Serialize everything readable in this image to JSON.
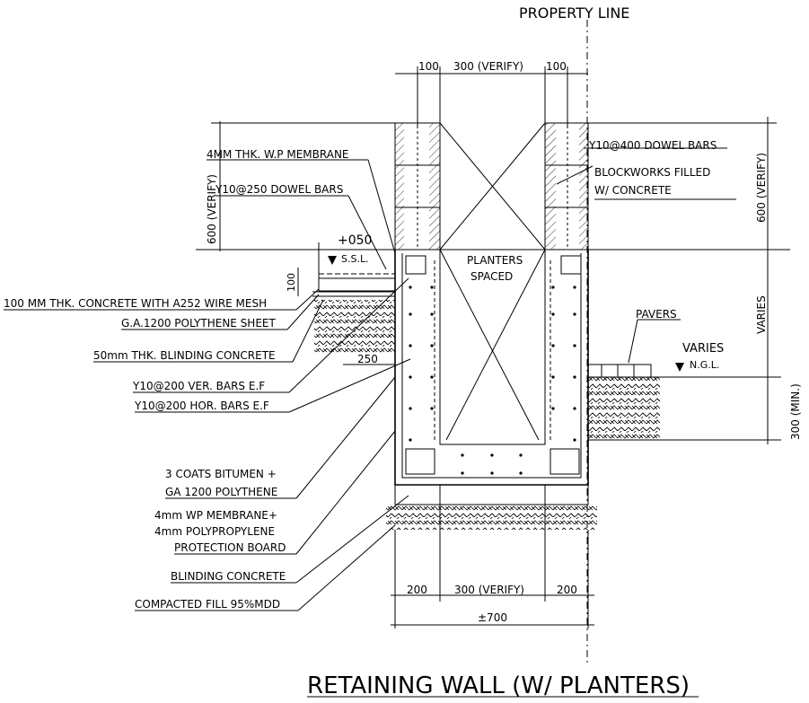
{
  "title": "RETAINING WALL (W/ PLANTERS)",
  "property_line": "PROPERTY LINE",
  "dims_top": [
    "100",
    "300 (VERIFY)",
    "100"
  ],
  "dims_bottom": [
    "200",
    "300 (VERIFY)",
    "200"
  ],
  "dim_total": "±700",
  "dim_left_600": "600 (VERIFY)",
  "dim_right_600": "600 (VERIFY)",
  "dim_right_varies": "VARIES",
  "dim_right_300": "300 (MIN.)",
  "dim_100": "100",
  "dim_250": "250",
  "level_050": "+050",
  "ssl": "S.S.L.",
  "ngl": "N.G.L.",
  "varies_label": "VARIES",
  "pavers": "PAVERS",
  "planters": [
    "PLANTERS",
    "SPACED"
  ],
  "labels_left": [
    "4MM THK. W.P MEMBRANE",
    "Y10@250 DOWEL BARS",
    "100 MM THK. CONCRETE WITH A252 WIRE MESH",
    "G.A.1200 POLYTHENE SHEET",
    "50mm THK. BLINDING CONCRETE",
    "Y10@200 VER. BARS E.F",
    "Y10@200 HOR. BARS E.F",
    "3 COATS BITUMEN +",
    "GA 1200 POLYTHENE",
    "4mm WP MEMBRANE+",
    "4mm POLYPROPYLENE",
    "PROTECTION BOARD",
    "BLINDING CONCRETE",
    "COMPACTED FILL 95%MDD"
  ],
  "labels_right": [
    "Y10@400 DOWEL BARS",
    "BLOCKWORKS FILLED",
    "W/ CONCRETE"
  ]
}
